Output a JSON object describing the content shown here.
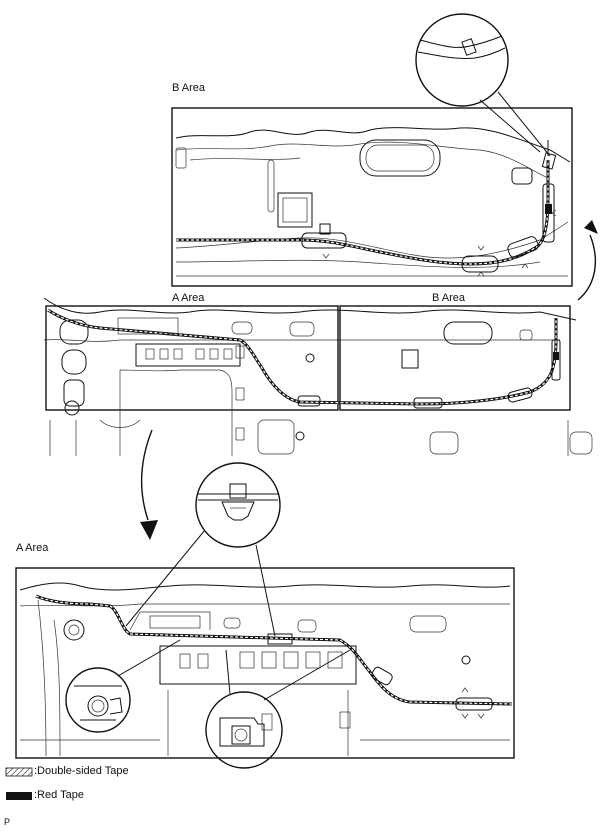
{
  "labels": {
    "b_area_top": "B Area",
    "a_area_mid": "A Area",
    "b_area_mid": "B Area",
    "a_area_bottom": "A Area",
    "legend_double_sided": ":Double-sided Tape",
    "legend_red": ":Red Tape",
    "corner_mark": "P"
  }
}
